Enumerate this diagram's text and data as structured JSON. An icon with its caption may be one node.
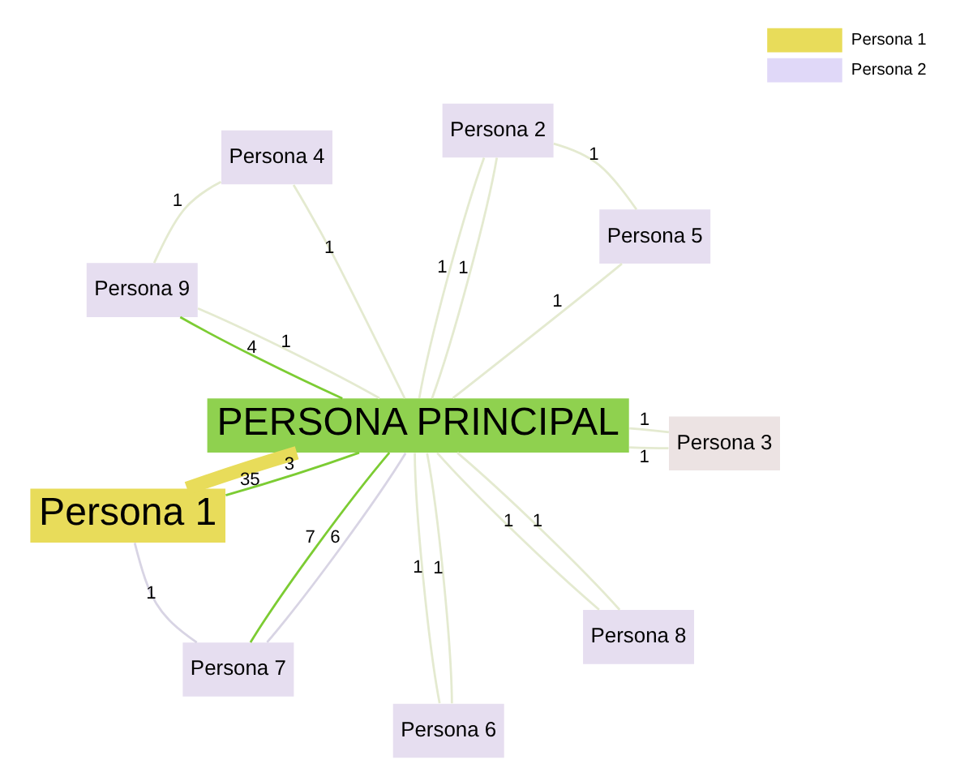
{
  "diagram": {
    "nodes": [
      {
        "text": [
          "Persona 1"
        ]
      },
      {
        "text": [
          "Persona 5"
        ]
      },
      {
        "text": [
          "Persona 7"
        ]
      },
      {
        "text": [
          "Persona 2"
        ]
      },
      {
        "text": [
          "Persona 4"
        ]
      },
      {
        "text": [
          "PERSONA PRINCIPAL"
        ]
      },
      {
        "text": [
          "Persona 9"
        ]
      },
      {
        "text": [
          "Persona 3"
        ]
      },
      {
        "text": [
          "Persona 6"
        ]
      },
      {
        "text": [
          "Persona 8"
        ]
      }
    ],
    "edges": [
      {
        "from": 0,
        "to": 5,
        "arrow": "none",
        "label": "35",
        "style": "thick",
        "color": "#e8dc5a"
      },
      {
        "from": 0,
        "to": 5,
        "arrow": "none",
        "label": "3",
        "color": "#7ccc33"
      },
      {
        "from": 1,
        "to": 5,
        "arrow": "none",
        "label": "1"
      },
      {
        "from": 0,
        "to": 2,
        "arrow": "none",
        "label": "1",
        "color": "#d8d4e4"
      },
      {
        "from": 2,
        "to": 5,
        "arrow": "none",
        "label": "7",
        "color": "#7ccc33"
      },
      {
        "from": 2,
        "to": 5,
        "arrow": "none",
        "label": "6",
        "color": "#d8d4e4"
      },
      {
        "from": 3,
        "to": 5,
        "arrow": "none",
        "label": "1"
      },
      {
        "from": 1,
        "to": 3,
        "arrow": "none",
        "label": "1"
      },
      {
        "from": 4,
        "to": 5,
        "arrow": "none",
        "label": "1"
      },
      {
        "from": 5,
        "to": 3,
        "arrow": "none",
        "label": "1"
      },
      {
        "from": 4,
        "to": 6,
        "arrow": "none",
        "label": "1"
      },
      {
        "from": 5,
        "to": 9,
        "arrow": "none",
        "label": "1"
      },
      {
        "from": 5,
        "to": 6,
        "arrow": "none",
        "label": "4",
        "color": "#7ccc33"
      },
      {
        "from": 5,
        "to": 6,
        "arrow": "none",
        "label": "1"
      },
      {
        "from": 5,
        "to": 7,
        "arrow": "none",
        "label": "1"
      },
      {
        "from": 8,
        "to": 5,
        "arrow": "none",
        "label": "1"
      },
      {
        "from": 7,
        "to": 5,
        "arrow": "none",
        "label": "1"
      },
      {
        "from": 5,
        "to": 8,
        "arrow": "none",
        "label": "1"
      },
      {
        "from": 5,
        "to": 9,
        "arrow": "none",
        "label": "1"
      }
    ],
    "legend": [
      {
        "text": "Persona 1",
        "color": "#e8dc5a"
      },
      {
        "text": "Persona 2",
        "color": "#e0d8f8"
      }
    ]
  }
}
